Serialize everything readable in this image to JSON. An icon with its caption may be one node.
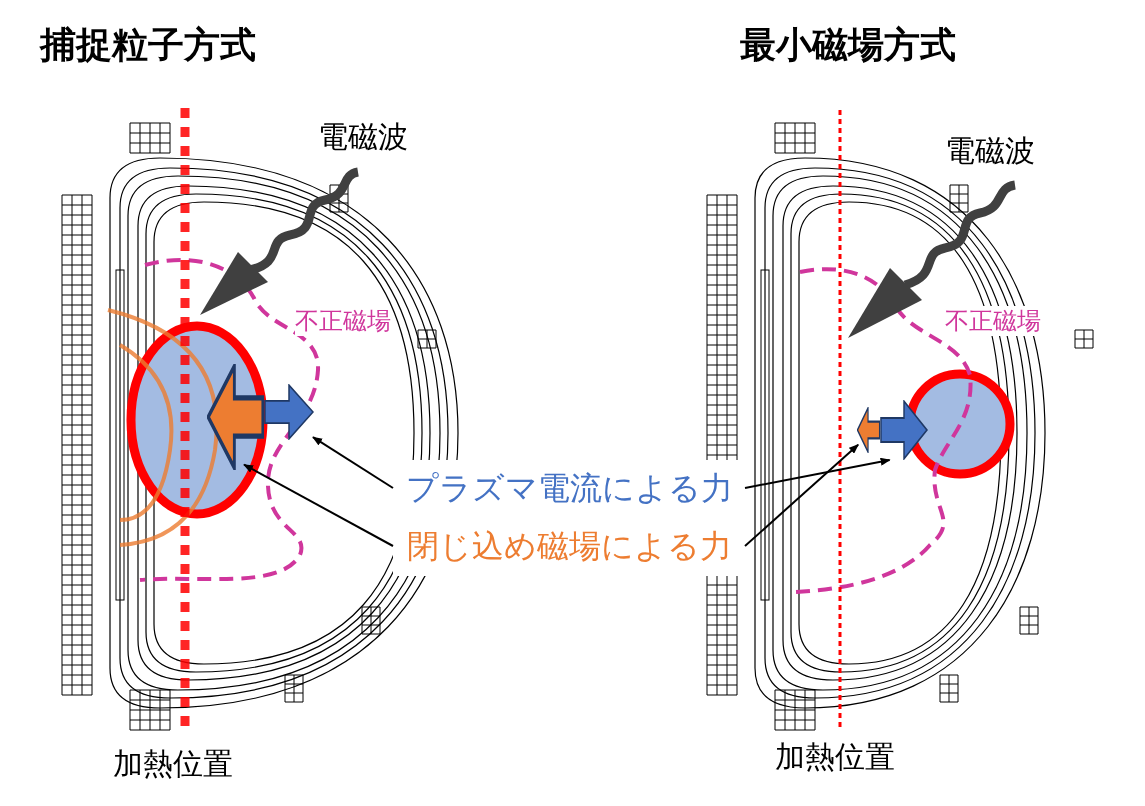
{
  "diagram": {
    "nodes": [
      {
        "text": [
          "プラズマ電流による力"
        ]
      },
      {
        "text": [
          "閉じ込め磁場による力"
        ]
      },
      {
        "text": [],
        "shape": "arrow"
      },
      {
        "text": [],
        "shape": "arrow"
      },
      {
        "text": [],
        "shape": "arrow"
      },
      {
        "text": [],
        "shape": "arrow"
      }
    ],
    "edges": [
      {
        "from": 0,
        "to": 2,
        "arrow": "to"
      },
      {
        "from": 0,
        "to": 4,
        "arrow": "to"
      },
      {
        "from": 1,
        "to": 3,
        "arrow": "to"
      },
      {
        "from": 1,
        "to": 5,
        "arrow": "to"
      }
    ],
    "labels": [
      "捕捉粒子方式",
      "最小磁場方式",
      "電磁波",
      "電磁波",
      "不正磁場",
      "不正磁場",
      "加熱位置",
      "加熱位置"
    ]
  }
}
